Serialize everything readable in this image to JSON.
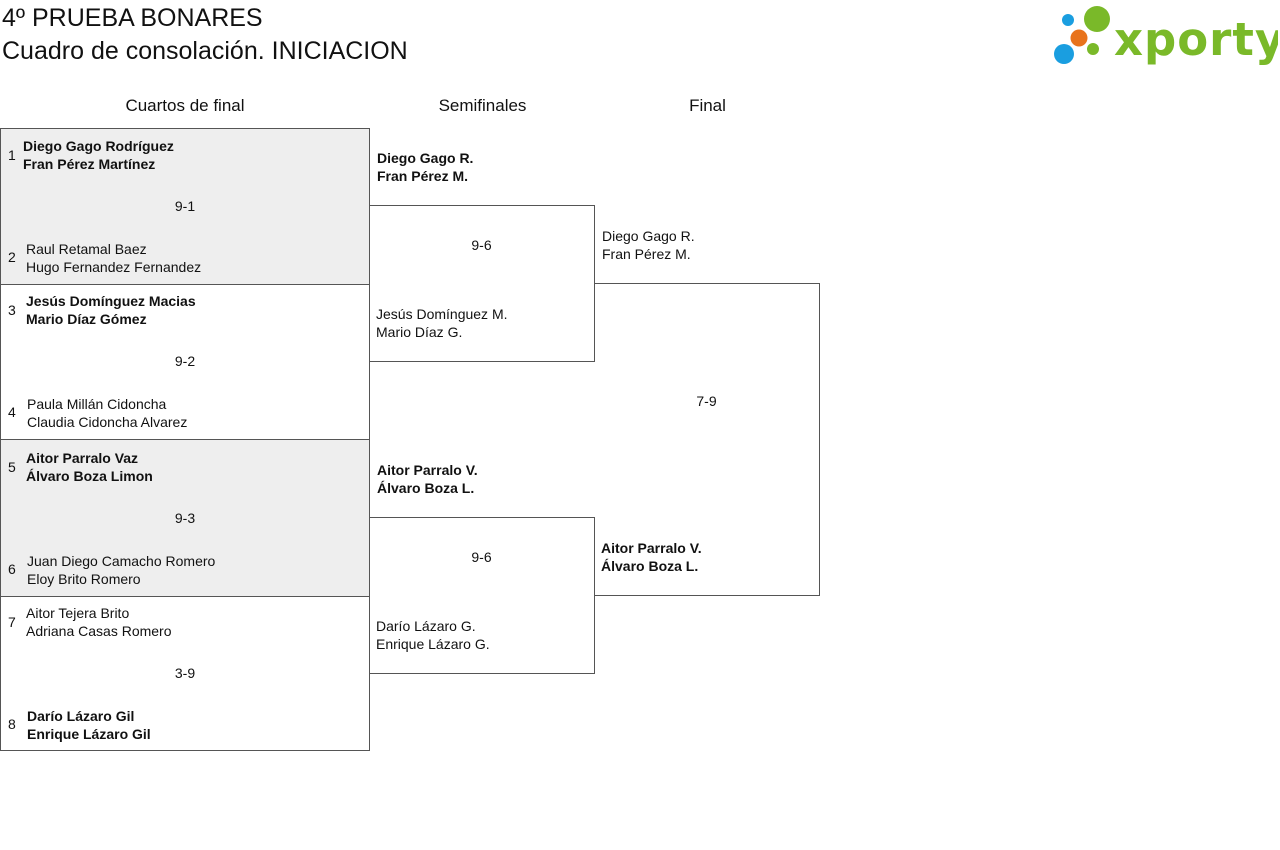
{
  "header": {
    "title": "4º PRUEBA BONARES",
    "subtitle": "Cuadro de consolación. INICIACION",
    "logo_text": "xporty"
  },
  "rounds": {
    "quarterfinals": "Cuartos de final",
    "semifinals": "Semifinales",
    "final": "Final"
  },
  "quarterfinals": [
    {
      "score": "9-1",
      "top": {
        "seed": "1",
        "p1": "Diego Gago Rodríguez",
        "p2": "Fran Pérez Martínez",
        "winner": true
      },
      "bottom": {
        "seed": "2",
        "p1": "Raul Retamal Baez",
        "p2": "Hugo Fernandez Fernandez",
        "winner": false
      }
    },
    {
      "score": "9-2",
      "top": {
        "seed": "3",
        "p1": "Jesús Domínguez Macias",
        "p2": "Mario Díaz Gómez",
        "winner": true
      },
      "bottom": {
        "seed": "4",
        "p1": "Paula Millán Cidoncha",
        "p2": "Claudia Cidoncha Alvarez",
        "winner": false
      }
    },
    {
      "score": "9-3",
      "top": {
        "seed": "5",
        "p1": "Aitor Parralo Vaz",
        "p2": "Álvaro Boza Limon",
        "winner": true
      },
      "bottom": {
        "seed": "6",
        "p1": "Juan Diego Camacho Romero",
        "p2": "Eloy Brito Romero",
        "winner": false
      }
    },
    {
      "score": "3-9",
      "top": {
        "seed": "7",
        "p1": "Aitor Tejera Brito",
        "p2": "Adriana Casas Romero",
        "winner": false
      },
      "bottom": {
        "seed": "8",
        "p1": "Darío Lázaro Gil",
        "p2": "Enrique Lázaro Gil",
        "winner": true
      }
    }
  ],
  "semifinals": [
    {
      "score": "9-6",
      "top": {
        "p1": "Diego Gago R.",
        "p2": "Fran Pérez M.",
        "winner": true
      },
      "bottom": {
        "p1": "Jesús Domínguez M.",
        "p2": "Mario Díaz G.",
        "winner": false
      }
    },
    {
      "score": "9-6",
      "top": {
        "p1": "Aitor Parralo V.",
        "p2": "Álvaro Boza L.",
        "winner": true
      },
      "bottom": {
        "p1": "Darío Lázaro G.",
        "p2": "Enrique Lázaro G.",
        "winner": false
      }
    }
  ],
  "final": {
    "score": "7-9",
    "top": {
      "p1": "Diego Gago R.",
      "p2": "Fran Pérez M.",
      "winner": false
    },
    "bottom": {
      "p1": "Aitor Parralo V.",
      "p2": "Álvaro Boza L.",
      "winner": true
    }
  },
  "colors": {
    "logo_green": "#7ab929",
    "logo_blue": "#1a9ee0",
    "logo_orange": "#e8731c",
    "shade": "#eeeeee"
  }
}
